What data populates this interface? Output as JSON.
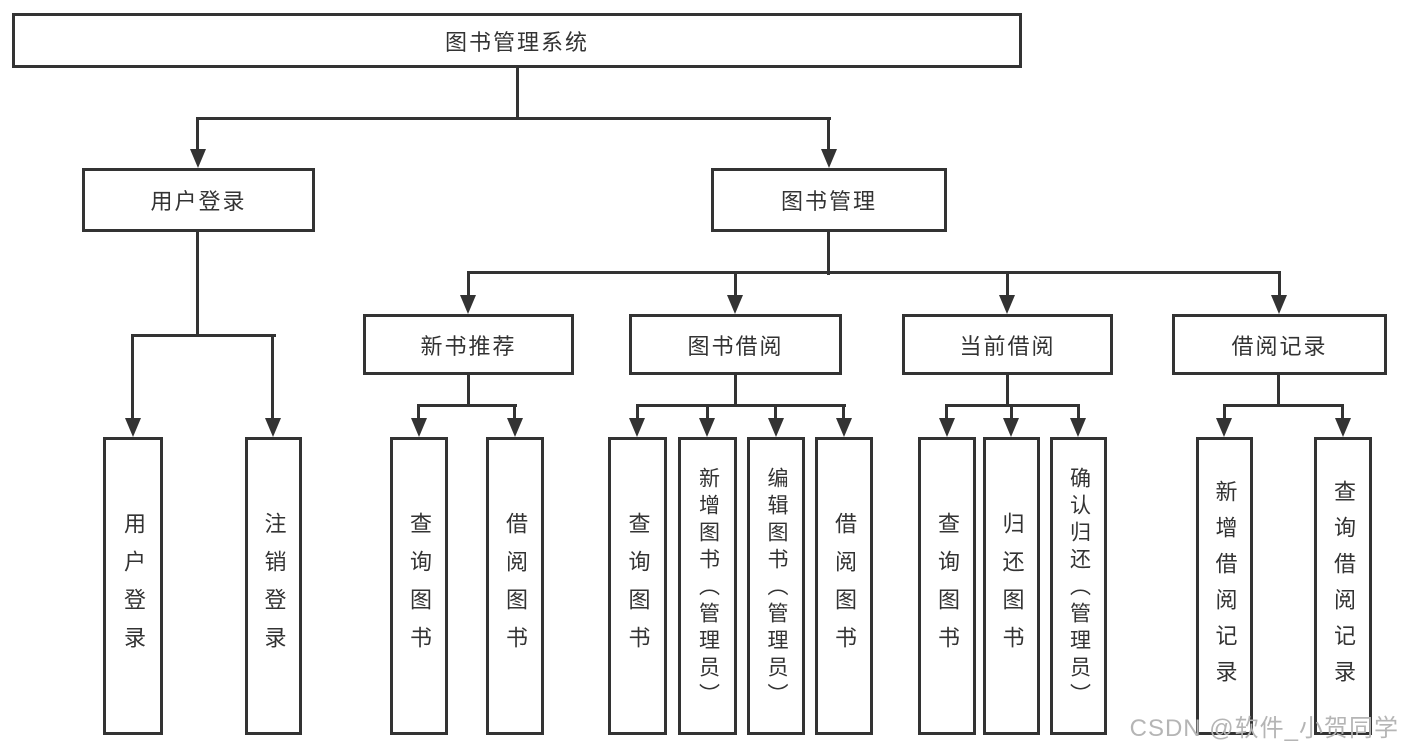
{
  "nodes": {
    "root": {
      "label": "图书管理系统"
    },
    "user_login": {
      "label": "用户登录"
    },
    "book_mgmt": {
      "label": "图书管理"
    },
    "new_book_rec": {
      "label": "新书推荐"
    },
    "book_borrow": {
      "label": "图书借阅"
    },
    "current_borrow": {
      "label": "当前借阅"
    },
    "borrow_records": {
      "label": "借阅记录"
    },
    "v_user_login": {
      "label": "用户登录"
    },
    "v_logout": {
      "label": "注销登录"
    },
    "v_query_books_1": {
      "label": "查询图书"
    },
    "v_borrow_books_1": {
      "label": "借阅图书"
    },
    "v_query_books_2": {
      "label": "查询图书"
    },
    "v_add_books": {
      "label": "新增图书（管理员）"
    },
    "v_edit_books": {
      "label": "编辑图书（管理员）"
    },
    "v_borrow_books_2": {
      "label": "借阅图书"
    },
    "v_query_books_3": {
      "label": "查询图书"
    },
    "v_return_books": {
      "label": "归还图书"
    },
    "v_confirm_return": {
      "label": "确认归还（管理员）"
    },
    "v_add_borrow_record": {
      "label": "新增借阅记录"
    },
    "v_query_borrow_record": {
      "label": "查询借阅记录"
    }
  },
  "watermark": {
    "text": "CSDN @软件_小贺同学",
    "color": "#b5b5b5"
  },
  "colors": {
    "line": "#333333",
    "text": "#333333",
    "background": "#ffffff"
  }
}
